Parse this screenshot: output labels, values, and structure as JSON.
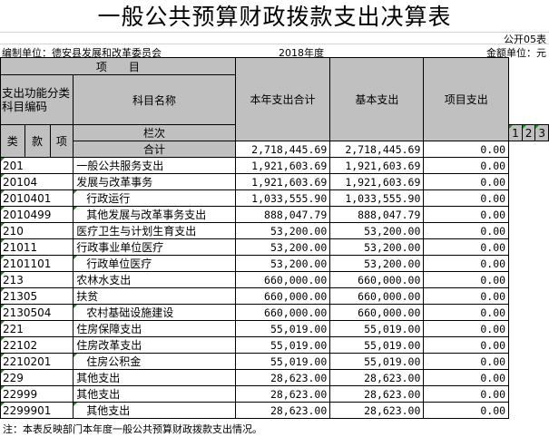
{
  "title": "一般公共预算财政拨款支出决算表",
  "form_no": "公开05表",
  "unit": "编制单位：德安县发展和改革委员会",
  "year": "2018年度",
  "currency": "金额单位：元",
  "header": {
    "item": "项　　目",
    "code": "支出功能分类科目编码",
    "name": "科目名称",
    "total": "本年支出合计",
    "basic": "基本支出",
    "project": "项目支出",
    "lei": "类",
    "kuan": "款",
    "xiang": "项",
    "lanci": "栏次",
    "col1": "1",
    "col2": "2",
    "col3": "3",
    "sum_label": "合计"
  },
  "sum": {
    "total": "2,718,445.69",
    "basic": "2,718,445.69",
    "project": "0.00"
  },
  "rows": [
    {
      "code": "201",
      "name": "一般公共服务支出",
      "total": "1,921,603.69",
      "basic": "1,921,603.69",
      "project": "0.00",
      "indent": false
    },
    {
      "code": "20104",
      "name": "发展与改革事务",
      "total": "1,921,603.69",
      "basic": "1,921,603.69",
      "project": "0.00",
      "indent": false
    },
    {
      "code": "2010401",
      "name": "行政运行",
      "total": "1,033,555.90",
      "basic": "1,033,555.90",
      "project": "0.00",
      "indent": true
    },
    {
      "code": "2010499",
      "name": "其他发展与改革事务支出",
      "total": "888,047.79",
      "basic": "888,047.79",
      "project": "0.00",
      "indent": true
    },
    {
      "code": "210",
      "name": "医疗卫生与计划生育支出",
      "total": "53,200.00",
      "basic": "53,200.00",
      "project": "0.00",
      "indent": false
    },
    {
      "code": "21011",
      "name": "行政事业单位医疗",
      "total": "53,200.00",
      "basic": "53,200.00",
      "project": "0.00",
      "indent": false
    },
    {
      "code": "2101101",
      "name": "行政单位医疗",
      "total": "53,200.00",
      "basic": "53,200.00",
      "project": "0.00",
      "indent": true
    },
    {
      "code": "213",
      "name": "农林水支出",
      "total": "660,000.00",
      "basic": "660,000.00",
      "project": "0.00",
      "indent": false
    },
    {
      "code": "21305",
      "name": "扶贫",
      "total": "660,000.00",
      "basic": "660,000.00",
      "project": "0.00",
      "indent": false
    },
    {
      "code": "2130504",
      "name": "农村基础设施建设",
      "total": "660,000.00",
      "basic": "660,000.00",
      "project": "0.00",
      "indent": true
    },
    {
      "code": "221",
      "name": "住房保障支出",
      "total": "55,019.00",
      "basic": "55,019.00",
      "project": "0.00",
      "indent": false
    },
    {
      "code": "22102",
      "name": "住房改革支出",
      "total": "55,019.00",
      "basic": "55,019.00",
      "project": "0.00",
      "indent": false
    },
    {
      "code": "2210201",
      "name": "住房公积金",
      "total": "55,019.00",
      "basic": "55,019.00",
      "project": "0.00",
      "indent": true
    },
    {
      "code": "229",
      "name": "其他支出",
      "total": "28,623.00",
      "basic": "28,623.00",
      "project": "0.00",
      "indent": false
    },
    {
      "code": "22999",
      "name": "其他支出",
      "total": "28,623.00",
      "basic": "28,623.00",
      "project": "0.00",
      "indent": false
    },
    {
      "code": "2299901",
      "name": "其他支出",
      "total": "28,623.00",
      "basic": "28,623.00",
      "project": "0.00",
      "indent": true
    }
  ],
  "note": "注：本表反映部门本年度一般公共预算财政拨款支出情况。"
}
